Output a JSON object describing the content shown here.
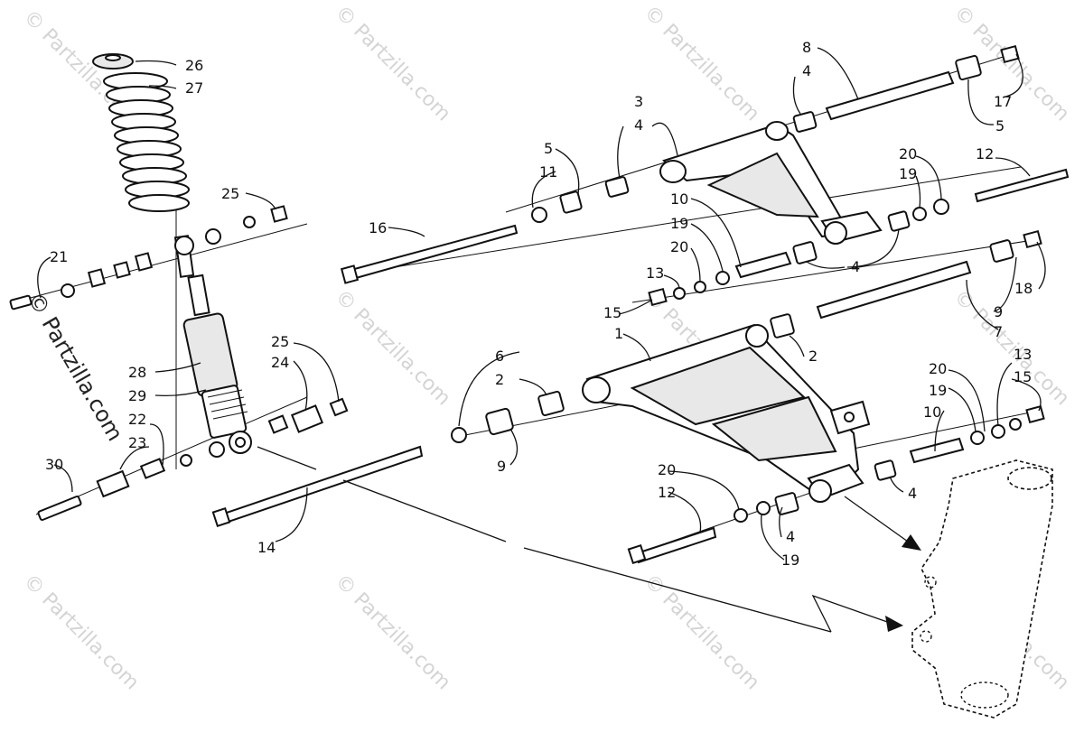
{
  "watermark": "© Partzilla.com",
  "side_watermark": "© Partzilla.com",
  "labels": {
    "l1": "1",
    "l2a": "2",
    "l2b": "2",
    "l3": "3",
    "l4a": "4",
    "l4b": "4",
    "l4c": "4",
    "l4d": "4",
    "l4e": "4",
    "l5a": "5",
    "l5b": "5",
    "l6": "6",
    "l7": "7",
    "l8": "8",
    "l9a": "9",
    "l9b": "9",
    "l10a": "10",
    "l10b": "10",
    "l11": "11",
    "l12a": "12",
    "l12b": "12",
    "l13a": "13",
    "l13b": "13",
    "l14": "14",
    "l15a": "15",
    "l15b": "15",
    "l16": "16",
    "l17": "17",
    "l18": "18",
    "l19a": "19",
    "l19b": "19",
    "l19c": "19",
    "l19d": "19",
    "l20a": "20",
    "l20b": "20",
    "l20c": "20",
    "l20d": "20",
    "l21": "21",
    "l22": "22",
    "l23": "23",
    "l24": "24",
    "l25a": "25",
    "l25b": "25",
    "l26": "26",
    "l27": "27",
    "l28": "28",
    "l29": "29",
    "l30": "30"
  }
}
